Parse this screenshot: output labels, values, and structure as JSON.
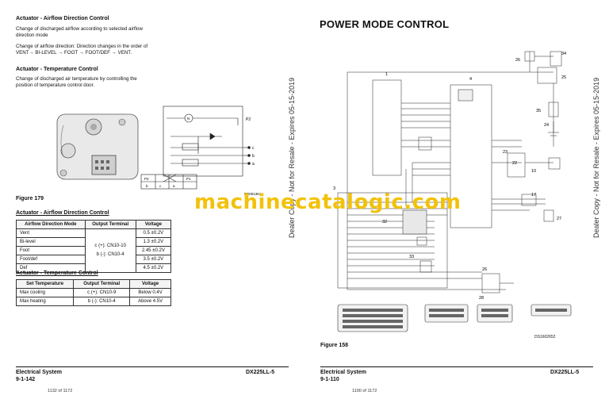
{
  "left": {
    "heading1": "Actuator - Airflow Direction Control",
    "para1": "Change of discharged airflow according to selected airflow direction mode",
    "para2": "Change of airflow direction: Direction changes in the order of VENT→ BI-LEVEL → FOOT → FOOT/DEF → VENT.",
    "heading2": "Actuator - Temperature Control",
    "para3": "Change of discharged air temperature by controlling the position of temperature control door.",
    "figure_code": "FG001361",
    "pin_labels": {
      "p2": "P2",
      "p1": "P1",
      "b": "b",
      "c": "c",
      "a": "a",
      "n": "N"
    },
    "figure_caption": "Figure 179",
    "table1_title": "Actuator - Airflow Direction Control",
    "table1": {
      "headers": [
        "Airflow Direction Mode",
        "Output Terminal",
        "Voltage"
      ],
      "rows": [
        [
          "Vent",
          "0.5 ±0.2V"
        ],
        [
          "Bi-level",
          "1.3 ±0.2V"
        ],
        [
          "Foot",
          "2.45 ±0.2V"
        ],
        [
          "Foot/def",
          "3.5 ±0.2V"
        ],
        [
          "Def",
          "4.5 ±0.2V"
        ]
      ],
      "terminal_a": "c (+): CN10-10",
      "terminal_b": "b (-): CN10-4"
    },
    "table2_title": "Actuator - Temperature Control",
    "table2": {
      "headers": [
        "Set Temperature",
        "Output Terminal",
        "Voltage"
      ],
      "rows": [
        [
          "Max cooling",
          "c (+): CN10-9",
          "Below 0.4V"
        ],
        [
          "Max heating",
          "b (-): CN10-4",
          "Above 4.5V"
        ]
      ]
    },
    "footer_left": "Electrical System",
    "footer_page": "9-1-142",
    "footer_right": "DX225LL-5",
    "page_count": "1132 of 1172"
  },
  "right": {
    "title": "POWER MODE CONTROL",
    "figure_code": "DS1602652",
    "figure_caption": "Figure 158",
    "footer_left": "Electrical System",
    "footer_page": "9-1-110",
    "footer_right": "DX225LL-5",
    "page_count": "1100 of 1172",
    "callouts": [
      "1",
      "3",
      "4",
      "10",
      "17",
      "22",
      "23",
      "24",
      "25",
      "26",
      "27",
      "28",
      "32",
      "33",
      "34",
      "35",
      "26"
    ]
  },
  "watermark": "machinecatalogic.com",
  "dealer_stamp": "Dealer Copy - Not for Resale - Expires 05-15-2019"
}
